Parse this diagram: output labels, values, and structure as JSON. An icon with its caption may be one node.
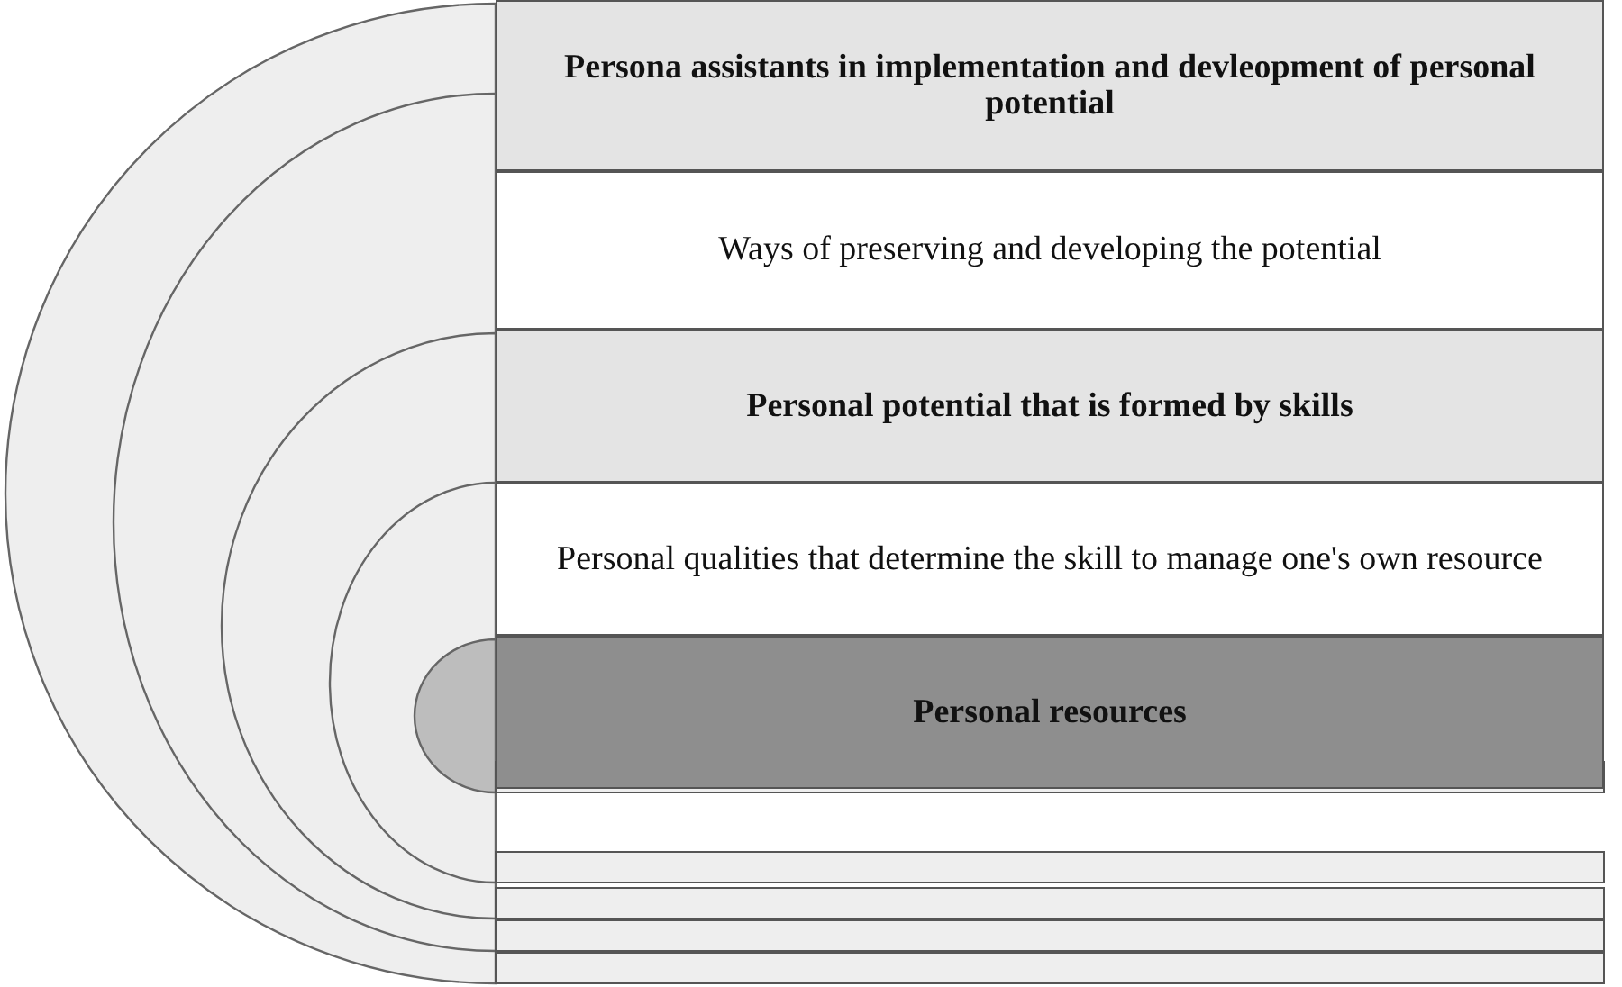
{
  "diagram": {
    "nodes": [
      {
        "text": [
          "Persona assistants in implementation and devleopment of personal potential"
        ]
      },
      {
        "text": [
          "Ways of preserving and developing the potential"
        ]
      },
      {
        "text": [
          "Personal potential that is formed by skills"
        ]
      },
      {
        "text": [
          "Personal qualities that determine the skill to manage one's own resource"
        ]
      },
      {
        "text": [
          "Personal resources"
        ]
      }
    ]
  }
}
